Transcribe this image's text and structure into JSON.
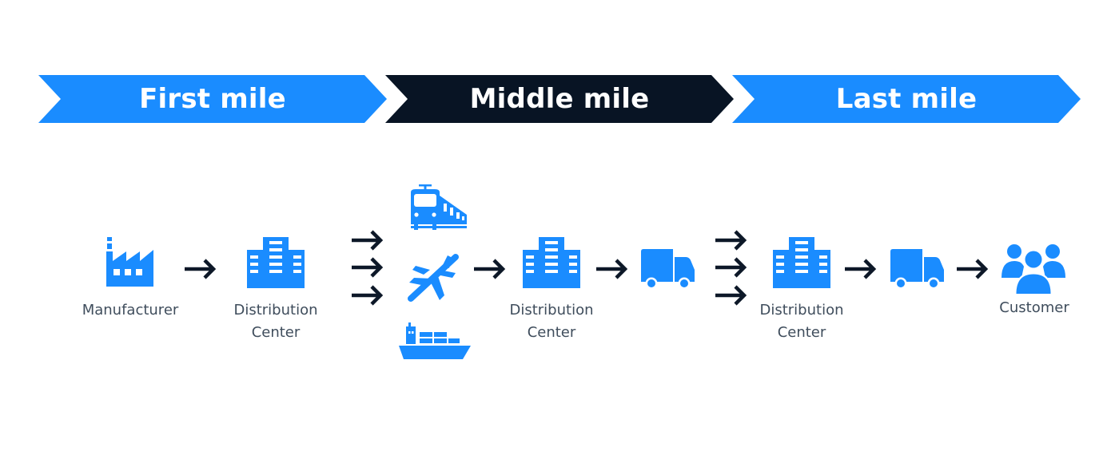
{
  "stages": [
    {
      "label": "First mile"
    },
    {
      "label": "Middle mile"
    },
    {
      "label": "Last mile"
    }
  ],
  "nodes": {
    "manufacturer": {
      "label": "Manufacturer"
    },
    "distribution_center_1": {
      "line1": "Distribution",
      "line2": "Center"
    },
    "distribution_center_2": {
      "line1": "Distribution",
      "line2": "Center"
    },
    "distribution_center_3": {
      "line1": "Distribution",
      "line2": "Center"
    },
    "customer": {
      "label": "Customer"
    }
  },
  "icons": [
    "factory-icon",
    "building-icon",
    "train-icon",
    "airplane-icon",
    "ship-icon",
    "truck-icon",
    "users-icon",
    "arrow-right-icon"
  ],
  "colors": {
    "accent_blue": "#1a8cff",
    "dark_navy": "#081424",
    "arrow": "#0d1828",
    "label_text": "#3f4d5c"
  }
}
